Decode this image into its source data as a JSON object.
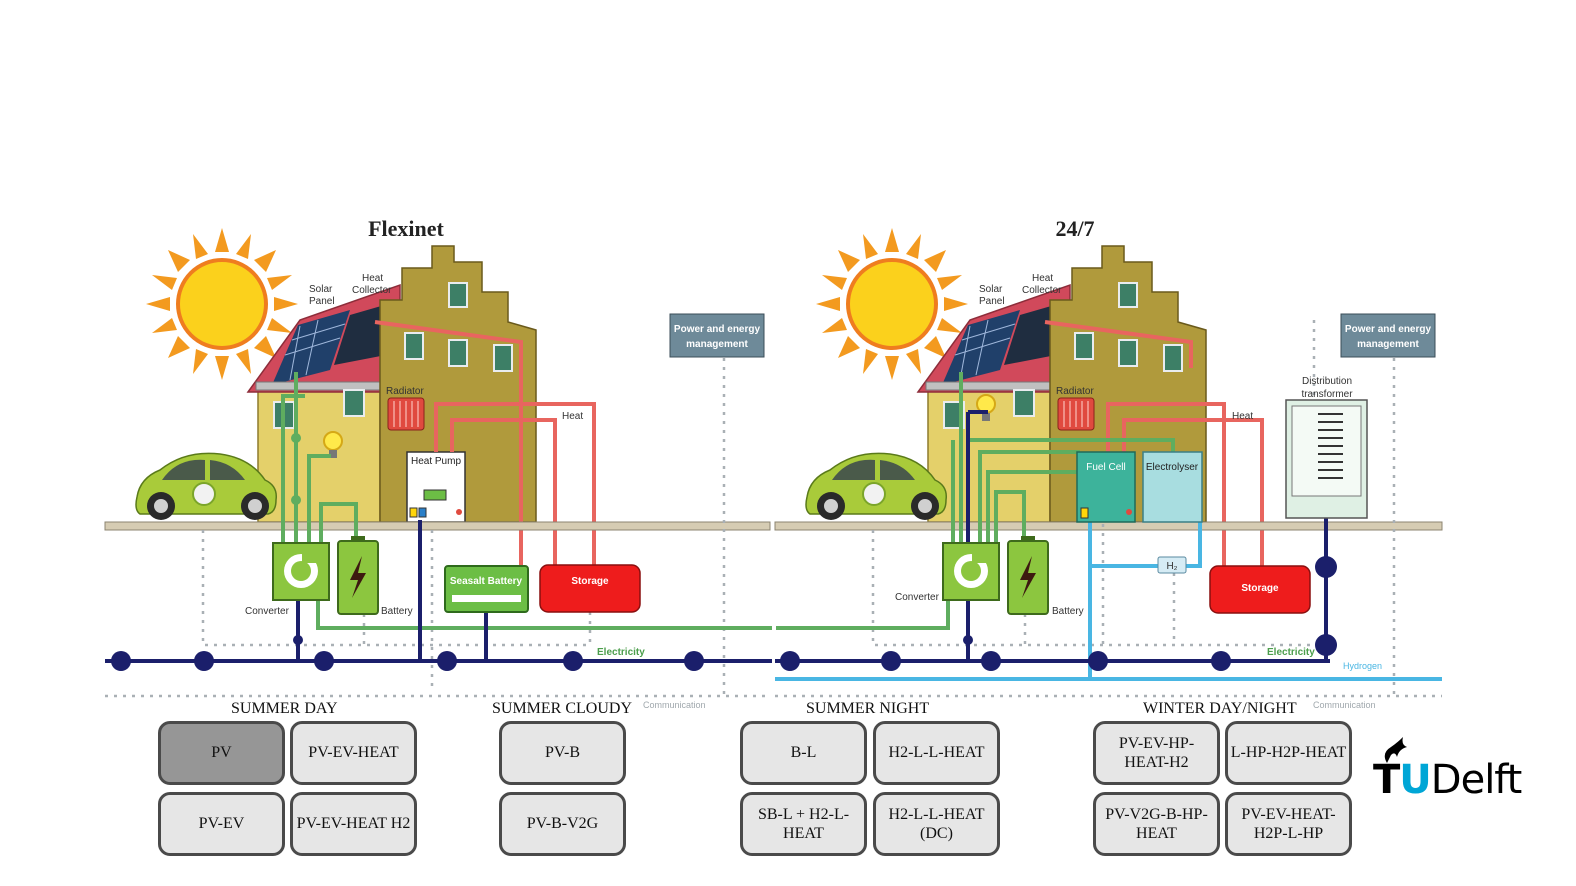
{
  "titles": {
    "left": "Flexinet",
    "right": "24/7"
  },
  "left_labels": {
    "solar_panel_1": "Solar",
    "solar_panel_2": "Panel",
    "heat_collector_1": "Heat",
    "heat_collector_2": "Collector",
    "radiator": "Radiator",
    "heat": "Heat",
    "heat_pump": "Heat Pump",
    "converter": "Converter",
    "battery": "Battery",
    "seasalt_battery": "Seasalt Battery",
    "storage": "Storage",
    "electricity": "Electricity",
    "communication": "Communication",
    "pem_1": "Power and energy",
    "pem_2": "management"
  },
  "right_labels": {
    "solar_panel_1": "Solar",
    "solar_panel_2": "Panel",
    "heat_collector_1": "Heat",
    "heat_collector_2": "Collector",
    "radiator": "Radiator",
    "heat": "Heat",
    "fuel_cell": "Fuel Cell",
    "electrolyser": "Electrolyser",
    "h2": "H₂",
    "distribution_1": "Distribution",
    "distribution_2": "transformer",
    "converter": "Converter",
    "battery": "Battery",
    "storage": "Storage",
    "electricity": "Electricity",
    "hydrogen": "Hydrogen",
    "communication": "Communication",
    "pem_1": "Power and energy",
    "pem_2": "management"
  },
  "scenario_groups": [
    {
      "label": "SUMMER DAY",
      "buttons": [
        "PV",
        "PV-EV-HEAT",
        "PV-EV",
        "PV-EV-HEAT H2"
      ],
      "active": "PV"
    },
    {
      "label": "SUMMER CLOUDY",
      "buttons": [
        "PV-B",
        "PV-B-V2G"
      ]
    },
    {
      "label": "SUMMER NIGHT",
      "buttons": [
        "B-L",
        "H2-L-L-HEAT",
        "SB-L + H2-L-HEAT",
        "H2-L-L-HEAT (DC)"
      ]
    },
    {
      "label": "WINTER DAY/NIGHT",
      "buttons": [
        "PV-EV-HP-HEAT-H2",
        "L-HP-H2P-HEAT",
        "PV-V2G-B-HP-HEAT",
        "PV-EV-HEAT-H2P-L-HP"
      ]
    }
  ],
  "logo": {
    "part1": "T",
    "part2": "U",
    "part3": "Delft"
  },
  "colors": {
    "electricity": "#5fad5f",
    "grid": "#1b1f6b",
    "heat": "#e8655f",
    "hydrogen": "#49b6e3",
    "communication": "#a9b0b5",
    "storage": "#ee1c1c",
    "device_green": "#8cc63f",
    "house_wall": "#e4d06a",
    "house_olive": "#b09a3c",
    "roof": "#d1495b",
    "sun": "#f7d21b",
    "pem_box": "#6e8a99"
  },
  "icons": [
    "sun-icon",
    "house-icon",
    "car-icon",
    "bulb-icon",
    "radiator-icon",
    "lightning-icon",
    "tudelft-flame-icon"
  ]
}
